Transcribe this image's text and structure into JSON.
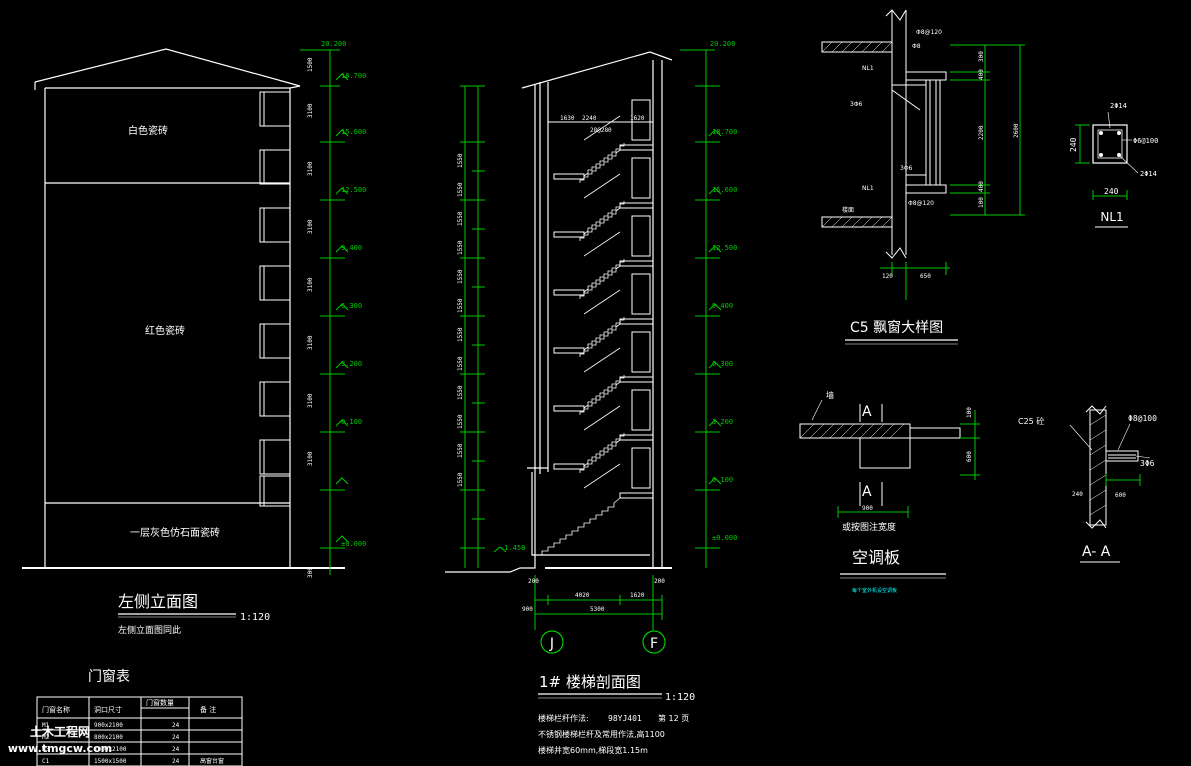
{
  "colors": {
    "background": "#000000",
    "outline": "#ffffff",
    "dimension": "#00c800",
    "accent_cyan": "#00ffff",
    "watermark": "#ffffff"
  },
  "left_elevation": {
    "title": "左侧立面图",
    "scale": "1:120",
    "subtitle": "左侧立面图同此",
    "labels": {
      "upper": "白色瓷砖",
      "middle": "红色瓷砖",
      "base": "一层灰色仿石面瓷砖"
    },
    "elevations": [
      "20.200",
      "18.700",
      "15.600",
      "12.500",
      "9.400",
      "6.300",
      "3.200",
      "0.100",
      "±0.000"
    ],
    "storey_dims": [
      "1500",
      "3100",
      "3100",
      "3100",
      "3100",
      "3100",
      "3100",
      "3100",
      "300"
    ]
  },
  "stair_section": {
    "title": "1# 楼梯剖面图",
    "scale": "1:120",
    "notes": [
      {
        "label": "楼梯栏杆作法:",
        "ref": "98YJ401",
        "page": "第 12 页"
      },
      {
        "label": "不锈钢楼梯栏杆及常用作法,高1100"
      },
      {
        "label": "楼梯井宽60mm,梯段宽1.15m"
      }
    ],
    "top_labels": [
      "2240",
      "1630",
      "1620"
    ],
    "top_note": "28@280",
    "bottom_dims": [
      "4020",
      "1620",
      "5300",
      "200",
      "200",
      "900"
    ],
    "ground_level": "-1.450",
    "elevations": [
      "20.200",
      "18.700",
      "15.600",
      "12.500",
      "9.400",
      "6.300",
      "3.200",
      "0.100",
      "±0.000"
    ],
    "flight_labels": [
      "1550",
      "1550",
      "1550",
      "1550",
      "1550",
      "1550",
      "1550",
      "1550",
      "1550",
      "1550",
      "1550",
      "1550"
    ],
    "axes": [
      "J",
      "F"
    ]
  },
  "bay_window": {
    "title": "C5 飘窗大样图",
    "labels": [
      "NL1",
      "NL1",
      "3Φ6",
      "3Φ6",
      "Φ8@120",
      "Φ8@120",
      "Φ8",
      "楼面"
    ],
    "dims": [
      "300",
      "400",
      "2200",
      "400",
      "100",
      "2600",
      "120",
      "650"
    ]
  },
  "beam_nl1": {
    "title": "NL1",
    "labels": [
      "2Φ14",
      "Φ6@100",
      "2Φ14"
    ],
    "dims": [
      "240",
      "240"
    ]
  },
  "ac_board": {
    "title": "空调板",
    "note": "墙",
    "section_mark": "A",
    "dims": [
      "100",
      "600",
      "900"
    ],
    "caption": "或按图注宽度",
    "small_note": "每个室外机设空调板"
  },
  "section_aa": {
    "title": "A- A",
    "labels": [
      "C25 砼",
      "Φ8@100",
      "3Φ6"
    ],
    "dims": [
      "240",
      "600"
    ]
  },
  "door_window_table": {
    "title": "门窗表",
    "headers": [
      "门窗名称",
      "洞口尺寸",
      "门窗数量",
      "备 注"
    ],
    "rows": [
      {
        "name": "M1",
        "size": "900x2100",
        "qty": "24",
        "note": ""
      },
      {
        "name": "M2",
        "size": "800x2100",
        "qty": "24",
        "note": ""
      },
      {
        "name": "M3",
        "size": "1000x2100",
        "qty": "24",
        "note": ""
      },
      {
        "name": "C1",
        "size": "1500x1500",
        "qty": "24",
        "note": "高窗台窗"
      }
    ]
  },
  "watermark": {
    "line1": "土木工程网",
    "line2": "www.tmgcw.com"
  }
}
